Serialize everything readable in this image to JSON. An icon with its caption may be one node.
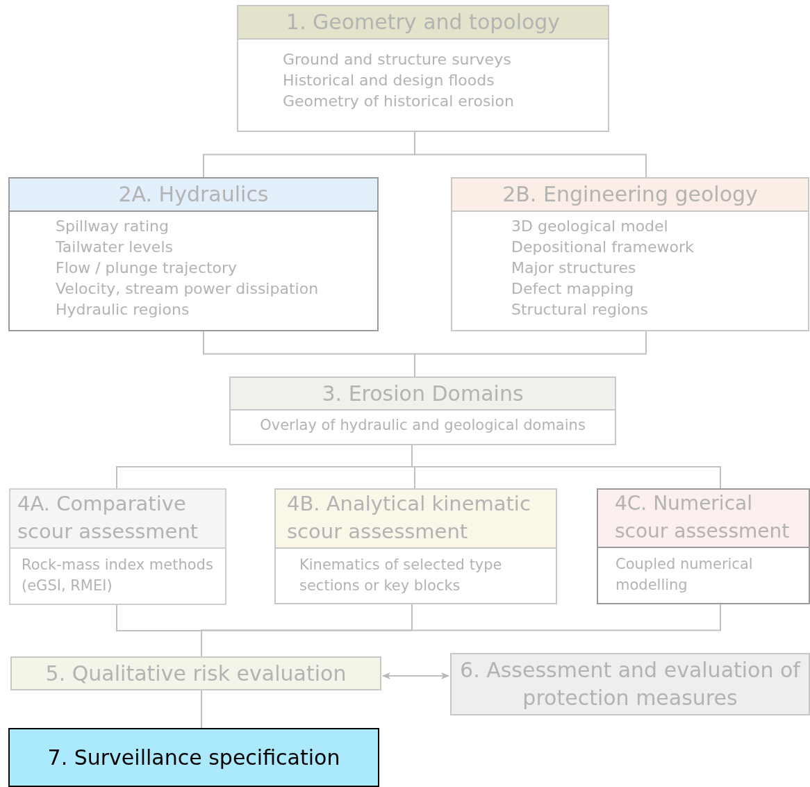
{
  "diagram": {
    "nodes": [
      {
        "text": [
          "1. Geometry and topology",
          "Ground and structure surveys",
          "Historical and design floods",
          "Geometry of historical erosion"
        ]
      },
      {
        "text": [
          "2A. Hydraulics",
          "Spillway rating",
          "Tailwater levels",
          "Flow / plunge trajectory",
          "Velocity, stream power dissipation",
          "Hydraulic regions"
        ]
      },
      {
        "text": [
          "2B. Engineering geology",
          "3D geological model",
          "Depositional framework",
          "Major structures",
          "Defect mapping",
          "Structural regions"
        ]
      },
      {
        "text": [
          "3. Erosion Domains",
          "Overlay of hydraulic and geological domains"
        ]
      },
      {
        "text": [
          "4A. Comparative scour assessment",
          "Rock-mass index methods (eGSI, RMEI)"
        ]
      },
      {
        "text": [
          "4B. Analytical kinematic scour assessment",
          "Kinematics of selected type sections or key blocks"
        ]
      },
      {
        "text": [
          "4C. Numerical scour assessment",
          "Coupled numerical modelling"
        ]
      },
      {
        "text": [
          "5. Qualitative risk evaluation"
        ]
      },
      {
        "text": [
          "6. Assessment and evaluation of protection measures"
        ]
      },
      {
        "text": [
          "7. Surveillance specification"
        ]
      }
    ],
    "edges": [
      {
        "from": 0,
        "to": 1,
        "arrow": "none"
      },
      {
        "from": 0,
        "to": 2,
        "arrow": "none"
      },
      {
        "from": 1,
        "to": 3,
        "arrow": "none"
      },
      {
        "from": 2,
        "to": 3,
        "arrow": "none"
      },
      {
        "from": 3,
        "to": 4,
        "arrow": "none"
      },
      {
        "from": 3,
        "to": 5,
        "arrow": "none"
      },
      {
        "from": 3,
        "to": 6,
        "arrow": "none"
      },
      {
        "from": 4,
        "to": 7,
        "arrow": "none"
      },
      {
        "from": 5,
        "to": 7,
        "arrow": "none"
      },
      {
        "from": 6,
        "to": 7,
        "arrow": "none"
      },
      {
        "from": 7,
        "to": 8,
        "arrow": "both"
      },
      {
        "from": 7,
        "to": 9,
        "arrow": "none"
      }
    ]
  }
}
